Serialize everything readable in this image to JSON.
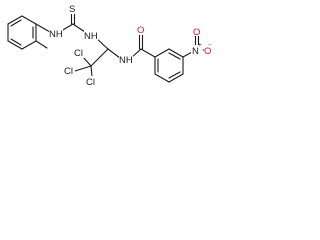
{
  "molecule": {
    "atoms": {
      "thio_s": "S",
      "thioamide_nh": "NH",
      "aminal_nh": "NH",
      "amide_nh": "NH",
      "cl_top": "Cl",
      "cl_mid": "Cl",
      "cl_bottom": "Cl",
      "amide_o": "O",
      "nitro_n": "N",
      "nitro_n_charge": "+",
      "nitro_o": "O",
      "nitro_o_charge": "−"
    }
  }
}
